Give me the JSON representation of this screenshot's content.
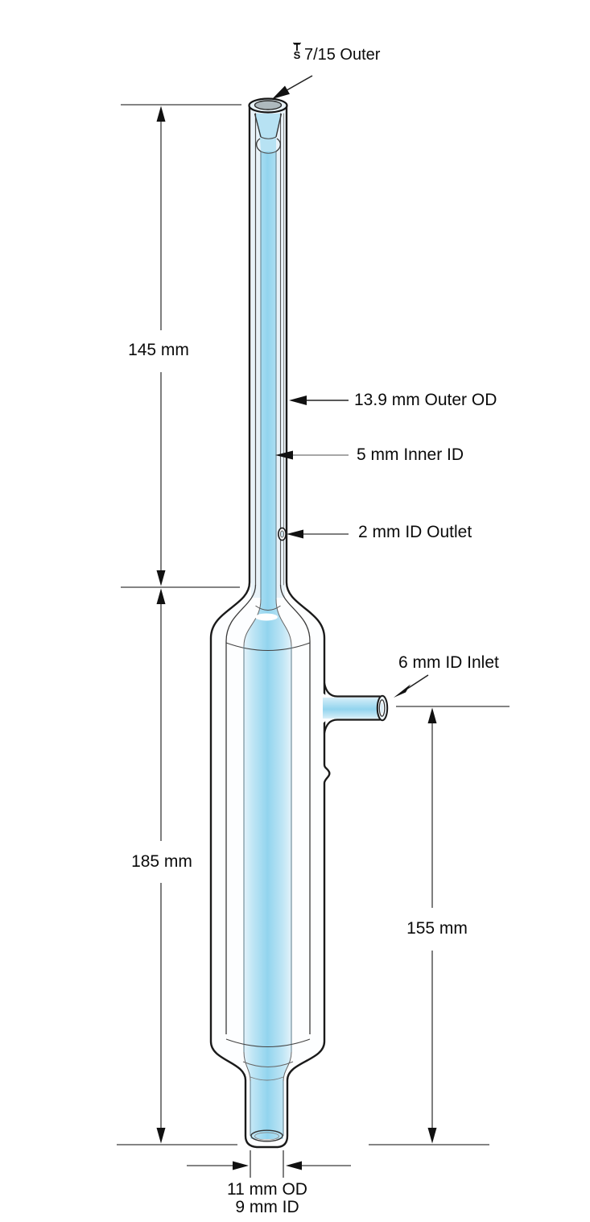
{
  "joint": {
    "symbol_top": "T",
    "symbol_bottom": "S",
    "label": "7/15 Outer"
  },
  "callouts": {
    "outer_od": "13.9 mm Outer OD",
    "inner_id": "5 mm Inner ID",
    "outlet": "2 mm ID Outlet",
    "inlet": "6 mm ID Inlet"
  },
  "dimensions": {
    "neck_length": "145 mm",
    "body_length": "185 mm",
    "inlet_to_bottom": "155 mm",
    "bottom_od": "11 mm OD",
    "bottom_id": "9 mm ID"
  },
  "colors": {
    "outline": "#1a1a1a",
    "glass_center": "#92d4ee",
    "glass_edge": "#e3f2fa",
    "joint_socket": "#aeb9be",
    "dimension_line": "#333333"
  }
}
